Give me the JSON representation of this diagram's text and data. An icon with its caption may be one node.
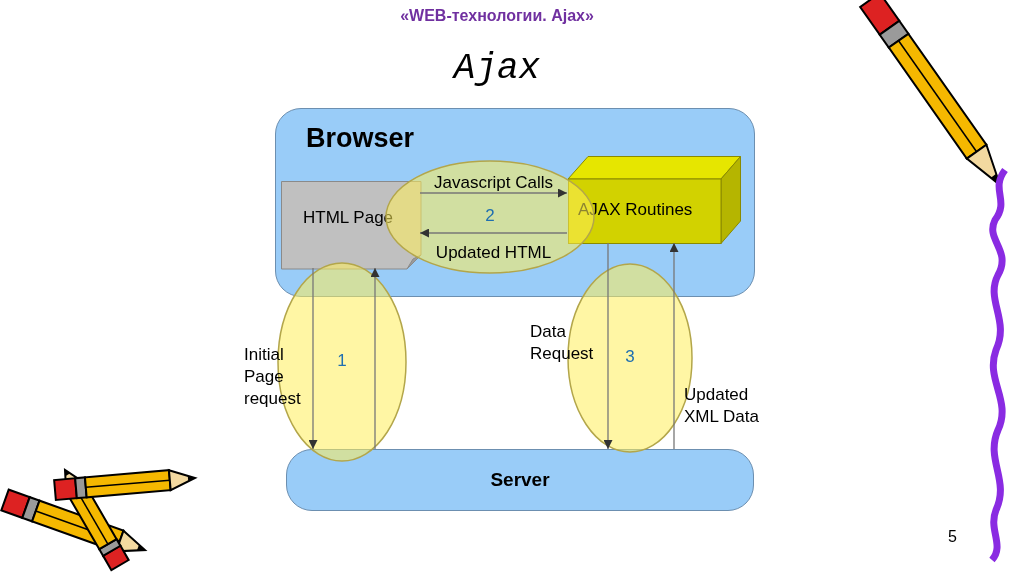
{
  "diagram": {
    "title": "Ajax",
    "nodes": [
      {
        "text": [
          "Browser"
        ]
      },
      {
        "text": [
          "HTML Page"
        ],
        "in": 0
      },
      {
        "text": [
          "AJAX Routines"
        ],
        "in": 0
      },
      {
        "text": [
          "Server"
        ]
      }
    ],
    "edges": [
      {
        "from": 1,
        "to": 2,
        "arrow": "to",
        "label": "Javascript Calls"
      },
      {
        "from": 2,
        "to": 1,
        "arrow": "to",
        "label": "Updated HTML"
      },
      {
        "from": 1,
        "to": 3,
        "arrow": "to",
        "label": "Initial Page request"
      },
      {
        "from": 3,
        "to": 1,
        "arrow": "to"
      },
      {
        "from": 2,
        "to": 3,
        "arrow": "to",
        "label": "Data Request"
      },
      {
        "from": 3,
        "to": 2,
        "arrow": "to",
        "label": "Updated XML Data"
      }
    ],
    "labels": [
      "«WEB-технологии. Ajax»",
      "2",
      "1",
      "3",
      "5"
    ]
  }
}
